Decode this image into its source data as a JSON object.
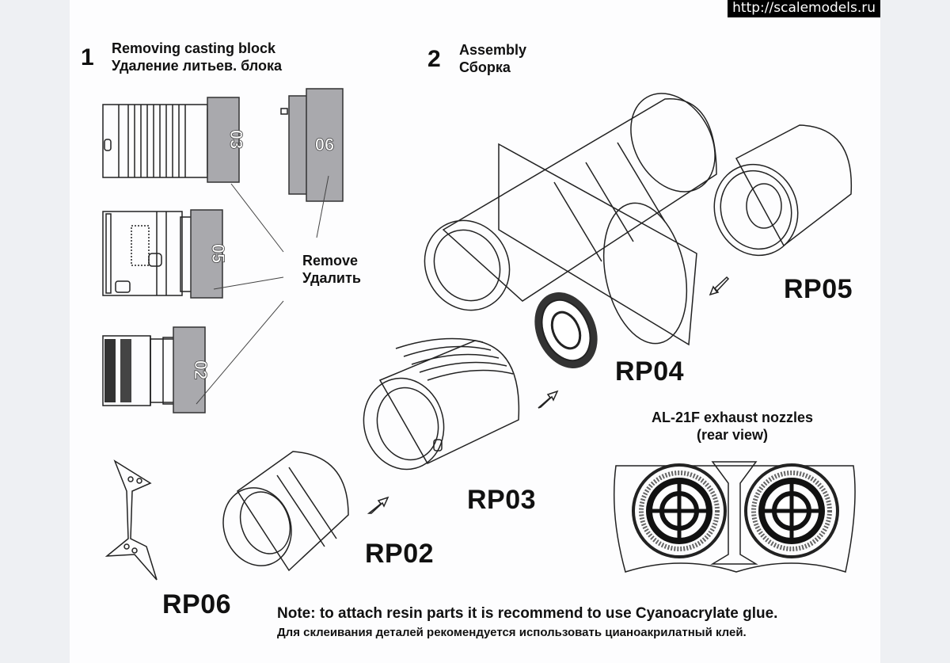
{
  "watermark": "http://scalemodels.ru",
  "step1": {
    "number": "1",
    "title_en": "Removing casting block",
    "title_ru": "Удаление литьев. блока"
  },
  "step2": {
    "number": "2",
    "title_en": "Assembly",
    "title_ru": "Сборка"
  },
  "remove_label": {
    "en": "Remove",
    "ru": "Удалить"
  },
  "casting_blocks": [
    "03",
    "06",
    "05",
    "02"
  ],
  "parts": {
    "rp02": "RP02",
    "rp03": "RP03",
    "rp04": "RP04",
    "rp05": "RP05",
    "rp06": "RP06"
  },
  "rear_view": {
    "title": "AL-21F exhaust nozzles",
    "subtitle": "(rear view)"
  },
  "note": {
    "en": "Note: to attach resin parts it is recommend to use Cyanoacrylate glue.",
    "ru": "Для склеивания деталей рекомендуется использовать цианоакрилатный клей."
  }
}
